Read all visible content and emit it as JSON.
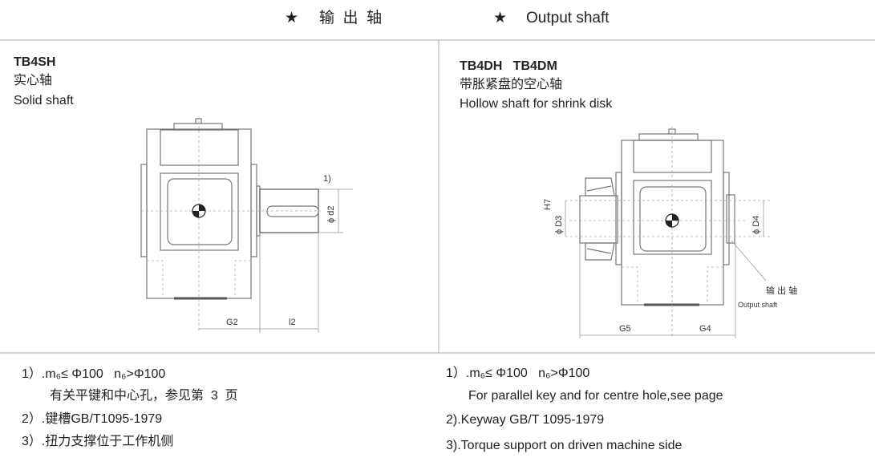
{
  "header": {
    "star": "★",
    "title_cn": "输  出  轴",
    "title_en": "Output shaft"
  },
  "left_panel": {
    "model": "TB4SH",
    "name_cn": "实心轴",
    "name_en": "Solid shaft",
    "labels": {
      "note_ref": "1)",
      "d2": "ϕ d2",
      "G2": "G2",
      "l2": "l2"
    }
  },
  "right_panel": {
    "model": "TB4DH   TB4DM",
    "name_cn": "带胀紧盘的空心轴",
    "name_en": "Hollow shaft for shrink disk",
    "labels": {
      "H7": "H7",
      "D3": "ϕ D3",
      "D4": "ϕ D4",
      "G5": "G5",
      "G4": "G4",
      "output_cn": "输 出 轴",
      "output_en": "Output shaft"
    }
  },
  "notes_cn": [
    "1）.m₆≤ Φ100   n₆>Φ100",
    "有关平键和中心孔，参见第  3  页",
    "2）.键槽GB/T1095-1979",
    "3）.扭力支撑位于工作机侧"
  ],
  "notes_en": [
    "1）.m₆≤ Φ100   n₆>Φ100",
    "For parallel key and for centre hole,see page",
    "2).Keyway GB/T 1095-1979",
    "3).Torque support on driven machine side"
  ]
}
